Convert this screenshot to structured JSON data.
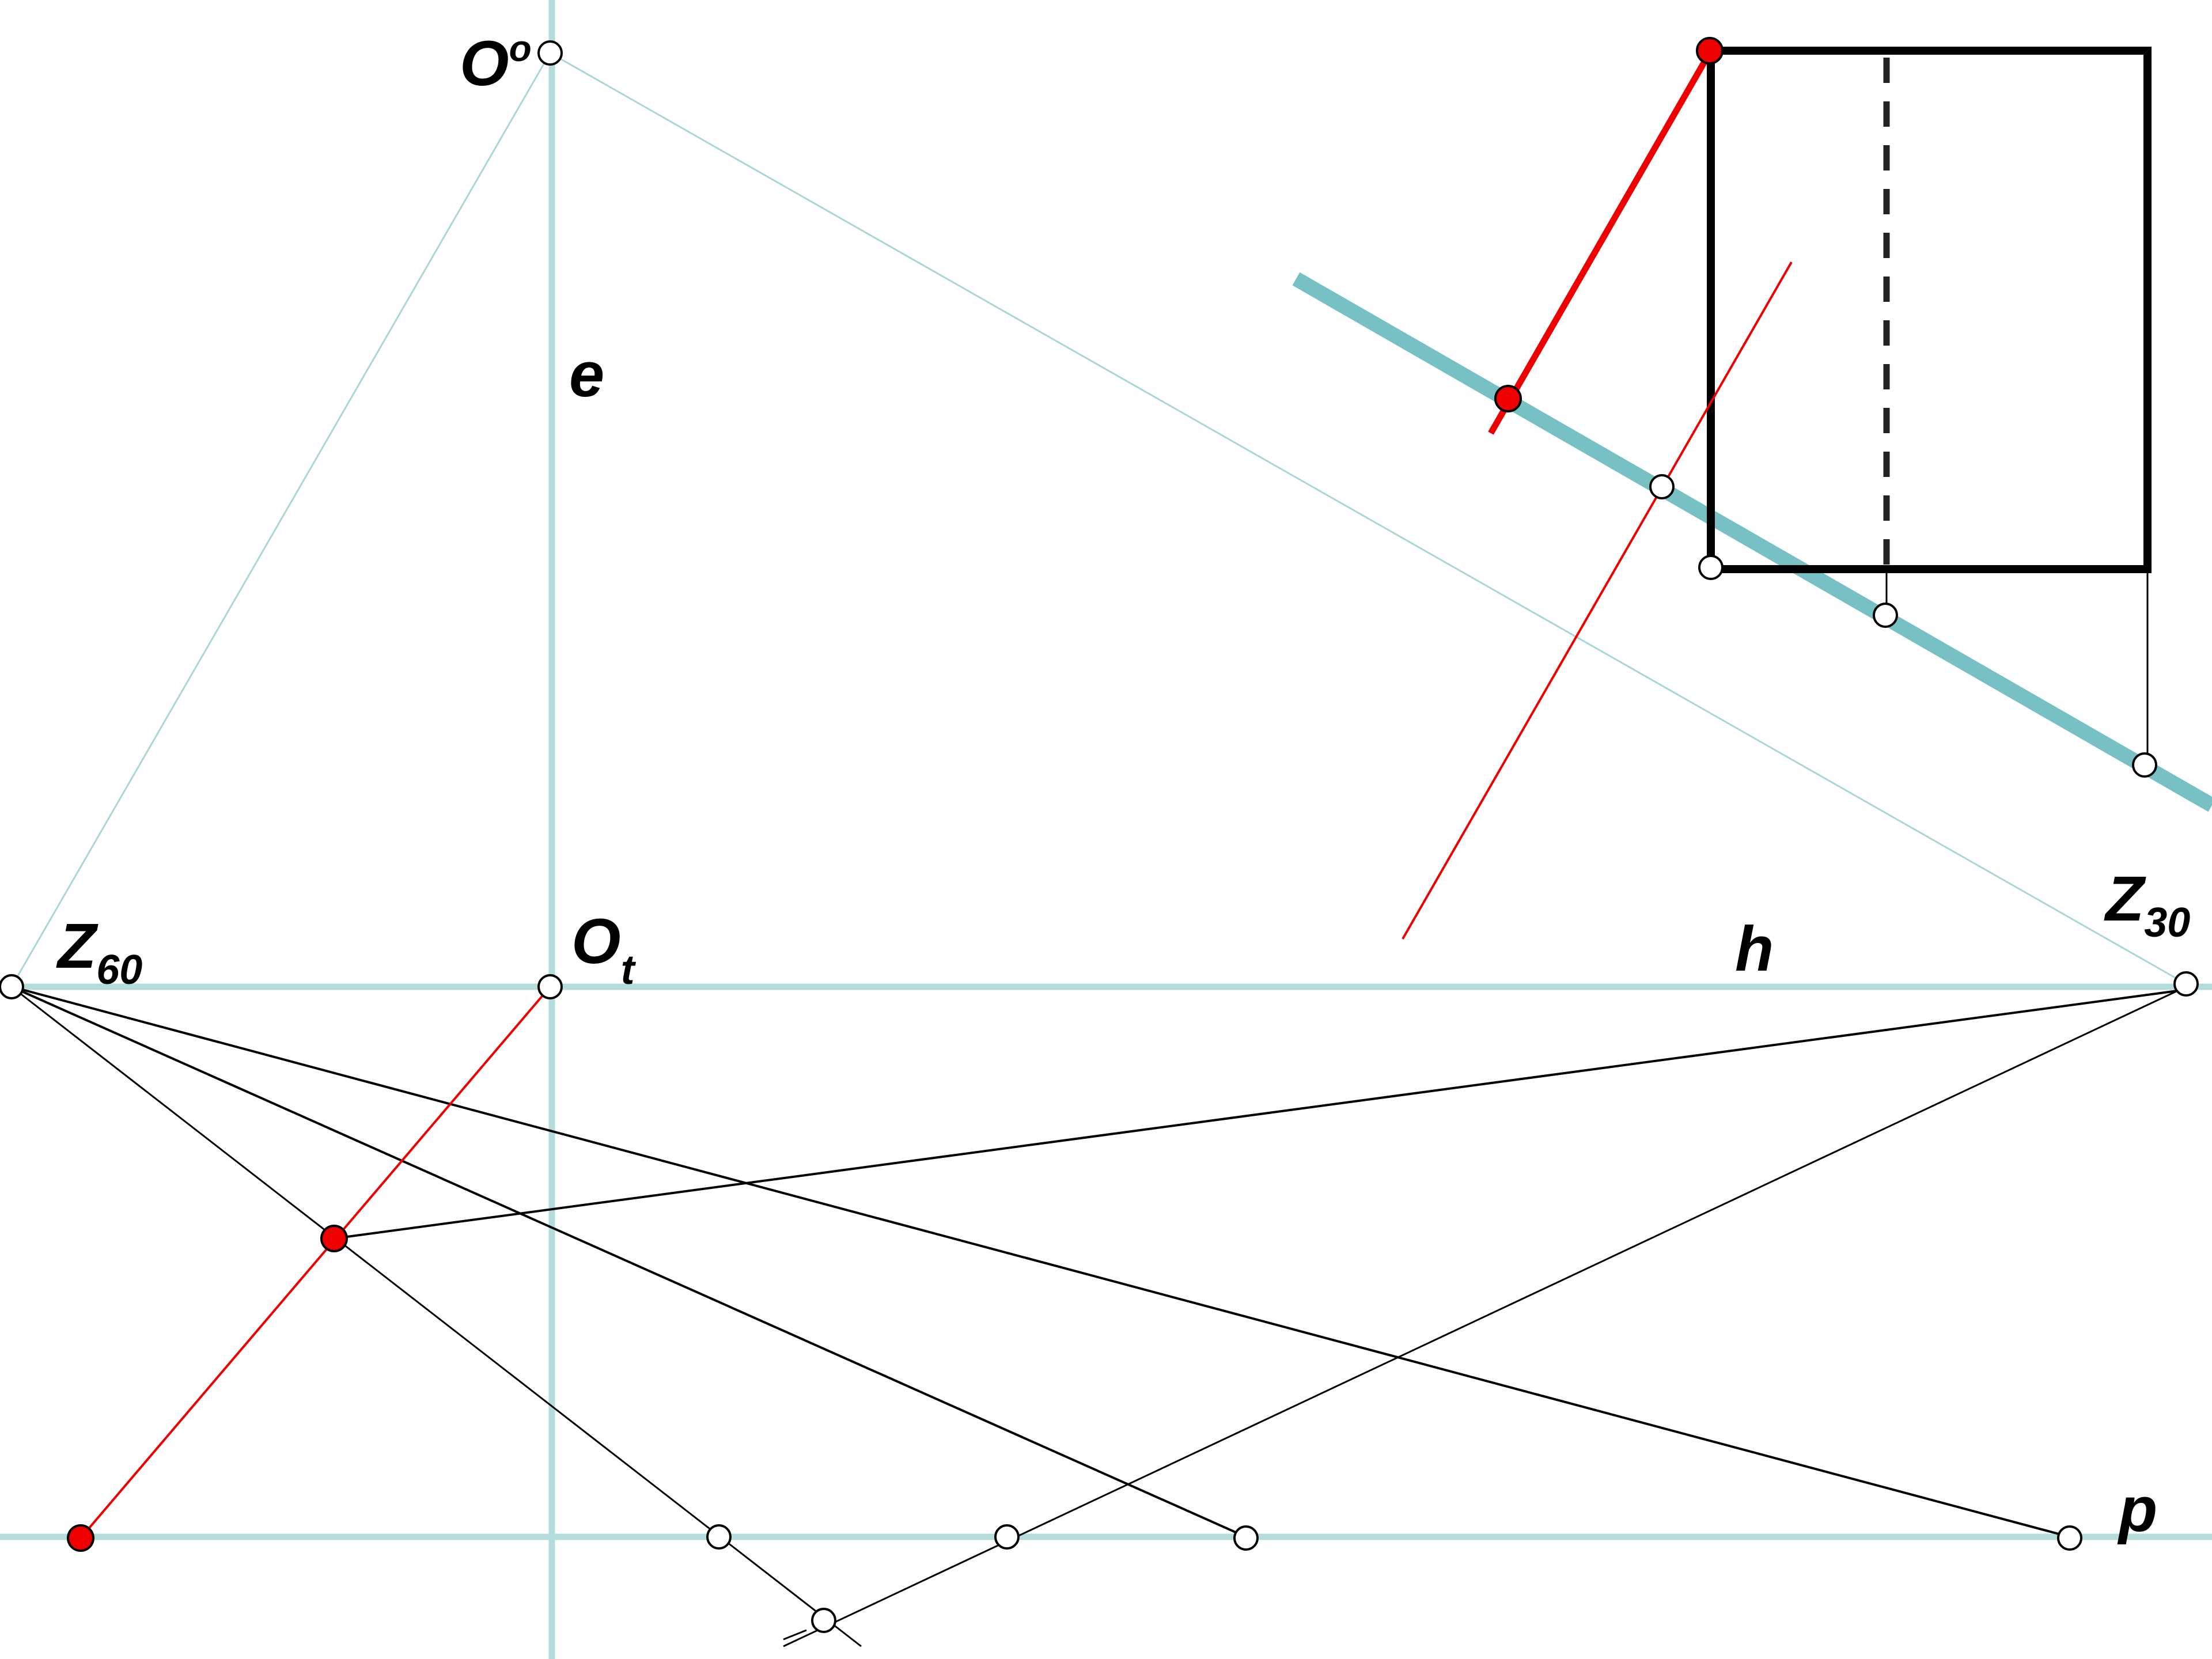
{
  "labels": {
    "o_zero": {
      "main": "O",
      "sup": "o"
    },
    "e": "e",
    "z60": {
      "main": "Z",
      "sub": "60"
    },
    "ot": {
      "main": "O",
      "sub": "t"
    },
    "h": "h",
    "z30": {
      "main": "Z",
      "sub": "30"
    },
    "p": "p"
  },
  "colors": {
    "axis": "#b5dcdc",
    "thin_construction": "#a9d6d6",
    "projection_line": "#77c1c4",
    "red": "#ee0000",
    "black": "#000000"
  }
}
